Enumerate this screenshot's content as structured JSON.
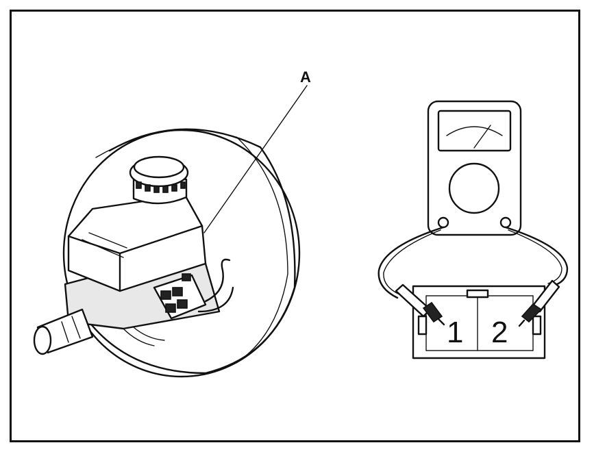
{
  "callout": {
    "label": "A"
  },
  "connector": {
    "pin_1": "1",
    "pin_2": "2"
  }
}
